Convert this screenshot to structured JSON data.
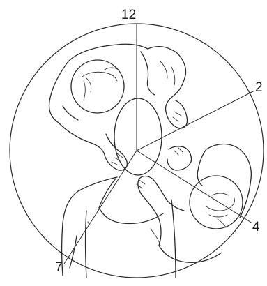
{
  "diagram": {
    "clock_labels": {
      "twelve": "12",
      "two": "2",
      "four": "4",
      "seven": "7"
    },
    "colors": {
      "ink": "#2a2a2a",
      "background": "#ffffff"
    }
  }
}
